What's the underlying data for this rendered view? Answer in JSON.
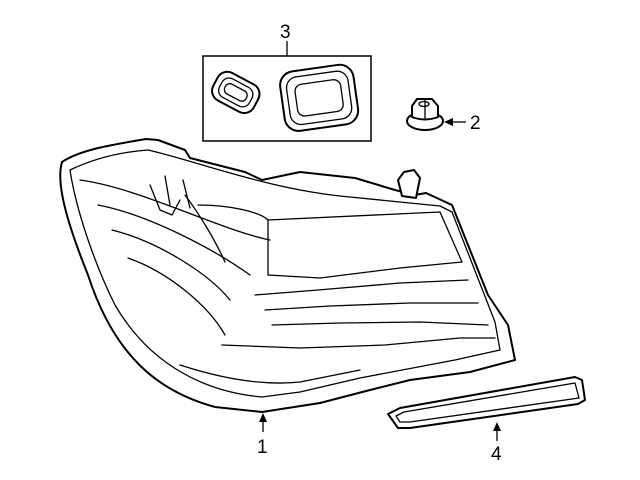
{
  "diagram": {
    "callouts": {
      "tail_lamp": "1",
      "nut": "2",
      "gasket_set": "3",
      "reflector": "4"
    },
    "colors": {
      "line": "#000000",
      "background": "#ffffff"
    }
  }
}
